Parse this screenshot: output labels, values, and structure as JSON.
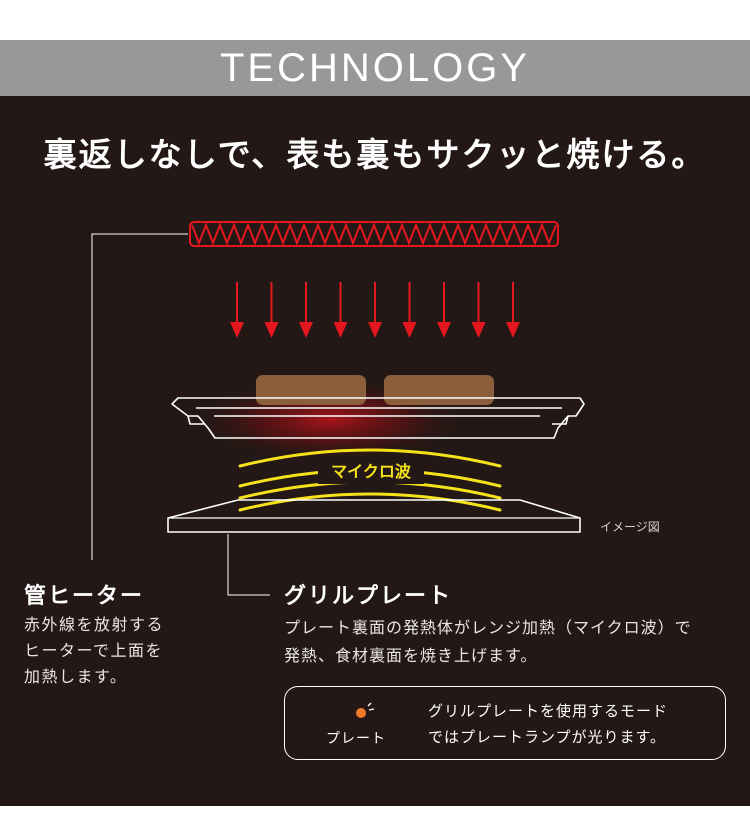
{
  "header": {
    "title": "TECHNOLOGY"
  },
  "headline": "裏返しなしで、表も裏もサクッと焼ける。",
  "diagram": {
    "wave_label": "マイクロ波",
    "image_note": "イメージ図"
  },
  "heater": {
    "title": "管ヒーター",
    "desc": [
      "赤外線を放射する",
      "ヒーターで上面を",
      "加熱します。"
    ]
  },
  "grill_plate": {
    "title": "グリルプレート",
    "desc": [
      "プレート裏面の発熱体がレンジ加熱（マイクロ波）で",
      "発熱、食材裏面を焼き上げます。"
    ]
  },
  "mode_box": {
    "lamp_label": "プレート",
    "desc": [
      "グリルプレートを使用するモード",
      "ではプレートランプが光ります。"
    ]
  },
  "colors": {
    "background": "#231815",
    "header_band": "#9a9896",
    "heater_red": "#e4171f",
    "wave_yellow": "#f5e21a",
    "food_brown": "#8b5e3c",
    "lamp_orange": "#ee7a2a"
  }
}
